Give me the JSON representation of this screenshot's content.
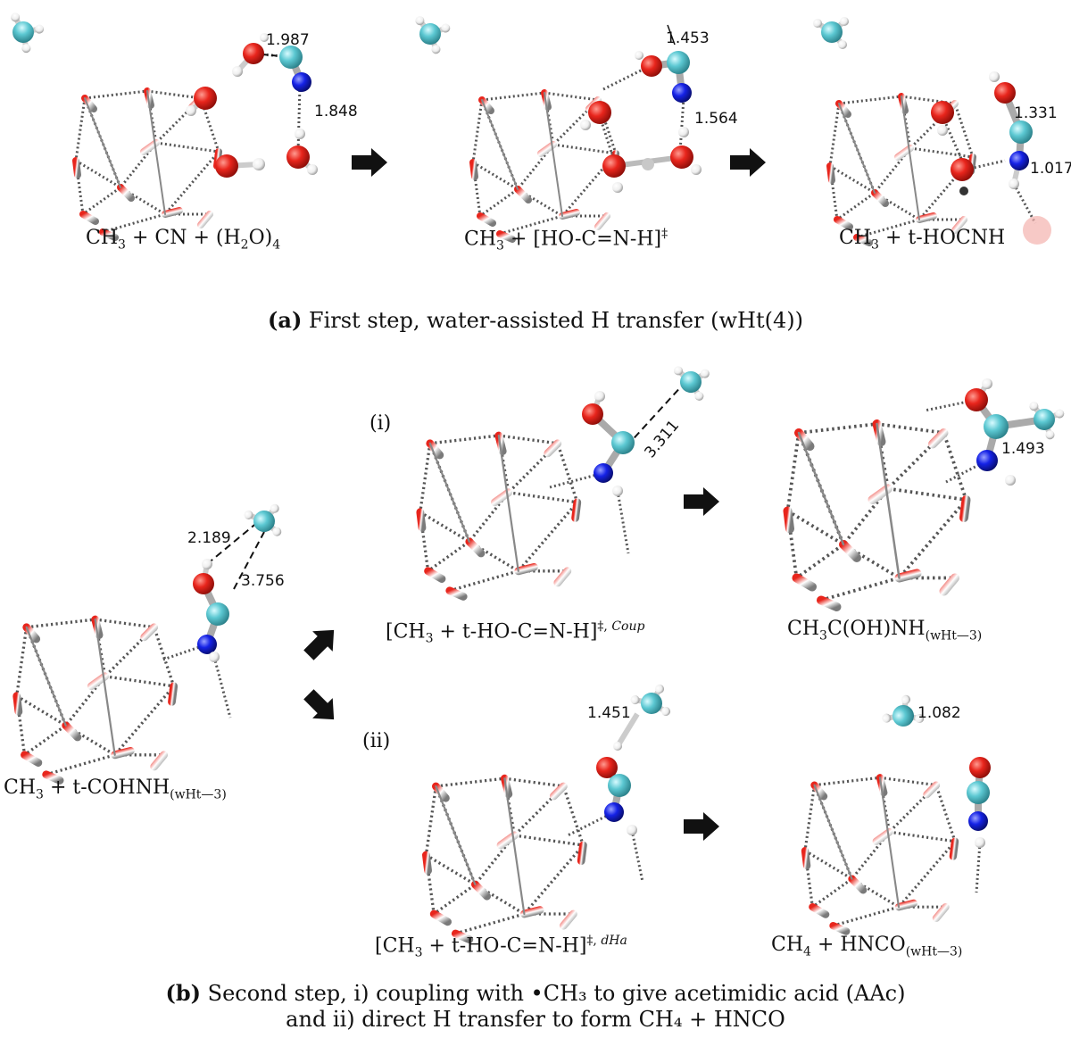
{
  "panel_a": {
    "caption_bold": "(a)",
    "caption_text": " First step, water-assisted H transfer (wHt(4))",
    "stage1": {
      "label_html": "CH<sub>3</sub> + CN + (H<sub>2</sub>O)<sub>4</sub>",
      "d1": "1.987",
      "d2": "1.848"
    },
    "stage2": {
      "label_html": "CH<sub>3</sub> + [HO-C=N-H]<sup>‡</sup>",
      "d1": "1.453",
      "d2": "1.564"
    },
    "stage3": {
      "label_html": "CH<sub>3</sub> + t-HOCNH",
      "d1": "1.331",
      "d2": "1.017"
    }
  },
  "panel_b": {
    "caption_bold": "(b)",
    "caption_line1": " Second step, i) coupling with •CH₃ to give acetimidic acid (AAc)",
    "caption_line2": "and ii) direct H transfer to form CH₄ + HNCO",
    "start": {
      "label_html": "CH<sub>3</sub> + t-COHNH<sub>(wHt—3)</sub>",
      "d1": "2.189",
      "d2": "3.756"
    },
    "route_i": {
      "marker": "(i)",
      "ts": {
        "label_html": "[CH<sub>3</sub> + t-HO-C=N-H]<sup>‡, <i>Coup</i></sup>",
        "d1": "3.311"
      },
      "product": {
        "label_html": "CH<sub>3</sub>C(OH)NH<sub>(wHt—3)</sub>",
        "d1": "1.493"
      }
    },
    "route_ii": {
      "marker": "(ii)",
      "ts": {
        "label_html": "[CH<sub>3</sub> + t-HO-C=N-H]<sup>‡, <i>dHa</i></sup>",
        "d1": "1.451"
      },
      "product": {
        "label_html": "CH<sub>4</sub> + HNCO<sub>(wHt—3)</sub>",
        "d1": "1.082"
      }
    }
  },
  "colors": {
    "oxygen": "#e8251c",
    "carbon": "#5cc8d2",
    "nitrogen": "#1522e6",
    "hydrogen": "#f2f2f2"
  }
}
